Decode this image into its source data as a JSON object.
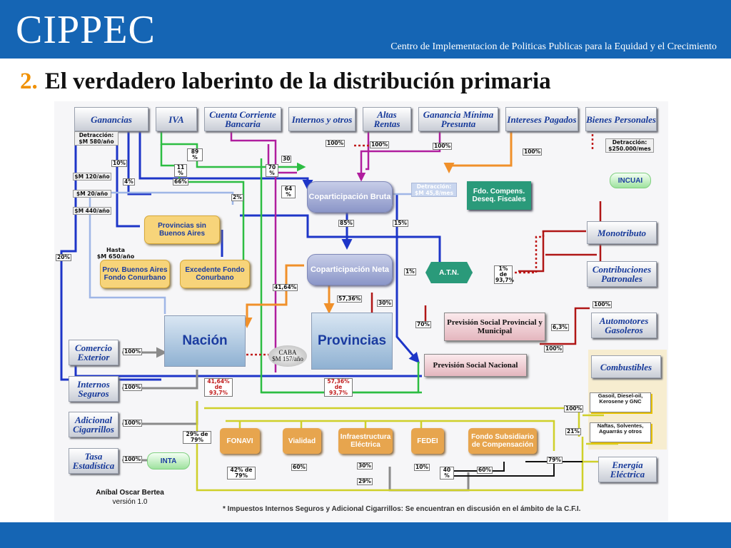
{
  "header": {
    "logo": "CIPPEC",
    "tagline": "Centro de Implementacion de Politicas Publicas para la Equidad y el Crecimiento"
  },
  "slide": {
    "number": "2.",
    "title": "El verdadero laberinto de la distribución primaria"
  },
  "sources_top": {
    "ganancias": "Ganancias",
    "iva": "IVA",
    "cuenta_corriente": "Cuenta Corriente Bancaria",
    "internos": "Internos y otros",
    "altas_rentas": "Altas Rentas",
    "ganancia_minima": "Ganancia Mínima Presunta",
    "intereses": "Intereses Pagados",
    "bienes": "Bienes Personales"
  },
  "sources_right": {
    "monotributo": "Monotributo",
    "contribuciones": "Contribuciones Patronales",
    "automotores": "Automotores Gasoleros",
    "combustibles": "Combustibles",
    "energia": "Energía Eléctrica"
  },
  "sources_left": {
    "comercio": "Comercio Exterior",
    "internos_seguros": "Internos Seguros",
    "adicional": "Adicional Cigarrillos",
    "tasa": "Tasa Estadística"
  },
  "deductions": {
    "ganancias_1": "Detracción:",
    "ganancias_2": "$M 580/año",
    "bienes_1": "Detracción:",
    "bienes_2": "$250.000/mes",
    "sm120": "$M 120/año",
    "sm20": "$M 20/año",
    "sm440": "$M 440/año",
    "hasta_1": "Hasta",
    "hasta_2": "$M 650/año",
    "copart_1": "Detracción:",
    "copart_2": "$M 45,8/mes"
  },
  "nodes": {
    "copart_bruta": "Coparticipación Bruta",
    "copart_neta": "Coparticipación Neta",
    "fdo_compens": "Fdo. Compens. Deseq. Fiscales",
    "atn": "A.T.N.",
    "prov_sin_ba": "Provincias sin Buenos Aires",
    "prov_ba": "Prov. Buenos Aires Fondo Conurbano",
    "excedente": "Excedente Fondo Conurbano",
    "nacion": "Nación",
    "provincias": "Provincias",
    "caba_1": "CABA",
    "caba_2": "$M 157/año",
    "prev_provincial": "Previsión Social Provincial y Municipal",
    "prev_nacional": "Previsión Social Nacional",
    "incuai": "INCUAI",
    "inta": "INTA",
    "gasoil": "Gasoil, Diesel-oil, Kerosene y GNC",
    "naftas": "Naftas, Solventes, Aguarrás y otros",
    "fonavi": "FONAVI",
    "vialidad": "Vialidad",
    "infraestructura": "Infraestructura Eléctrica",
    "fedei": "FEDEI",
    "fondo_subsidiario": "Fondo Subsidiario de Compensación"
  },
  "percentages": {
    "p10": "10%",
    "p4": "4%",
    "p66": "66%",
    "p89": "89 %",
    "p11": "11 %",
    "p70a": "70 %",
    "p30": "30",
    "p64": "64 %",
    "p2": "2%",
    "p100a": "100%",
    "p100b": "100%",
    "p100c": "100%",
    "p100d": "100%",
    "p85": "85%",
    "p15": "15%",
    "p1": "1%",
    "p1de": "1% de 93,7%",
    "p4164": "41,64%",
    "p5736": "57,36%",
    "p30b": "30%",
    "p70b": "70%",
    "p63": "6,3%",
    "p20": "20%",
    "p100e": "100%",
    "p100f": "100%",
    "p100g": "100%",
    "p100h": "100%",
    "p100i": "100%",
    "p100j": "100%",
    "p100k": "100%",
    "p21": "21%",
    "p79": "79%",
    "p4164de": "41,64% de 93,7%",
    "p5736de": "57,36% de 93,7%",
    "p29": "29% de 79%",
    "p42": "42% de 79%",
    "p60a": "60%",
    "p30c": "30%",
    "p29b": "29%",
    "p10b": "10%",
    "p40": "40 %",
    "p60b": "60%"
  },
  "author": {
    "name": "Aníbal Oscar Bertea",
    "version": "versión 1.0"
  },
  "footnote": "* Impuestos Internos Seguros y Adicional Cigarrillos: Se encuentran en discusión en el ámbito de la C.F.I."
}
